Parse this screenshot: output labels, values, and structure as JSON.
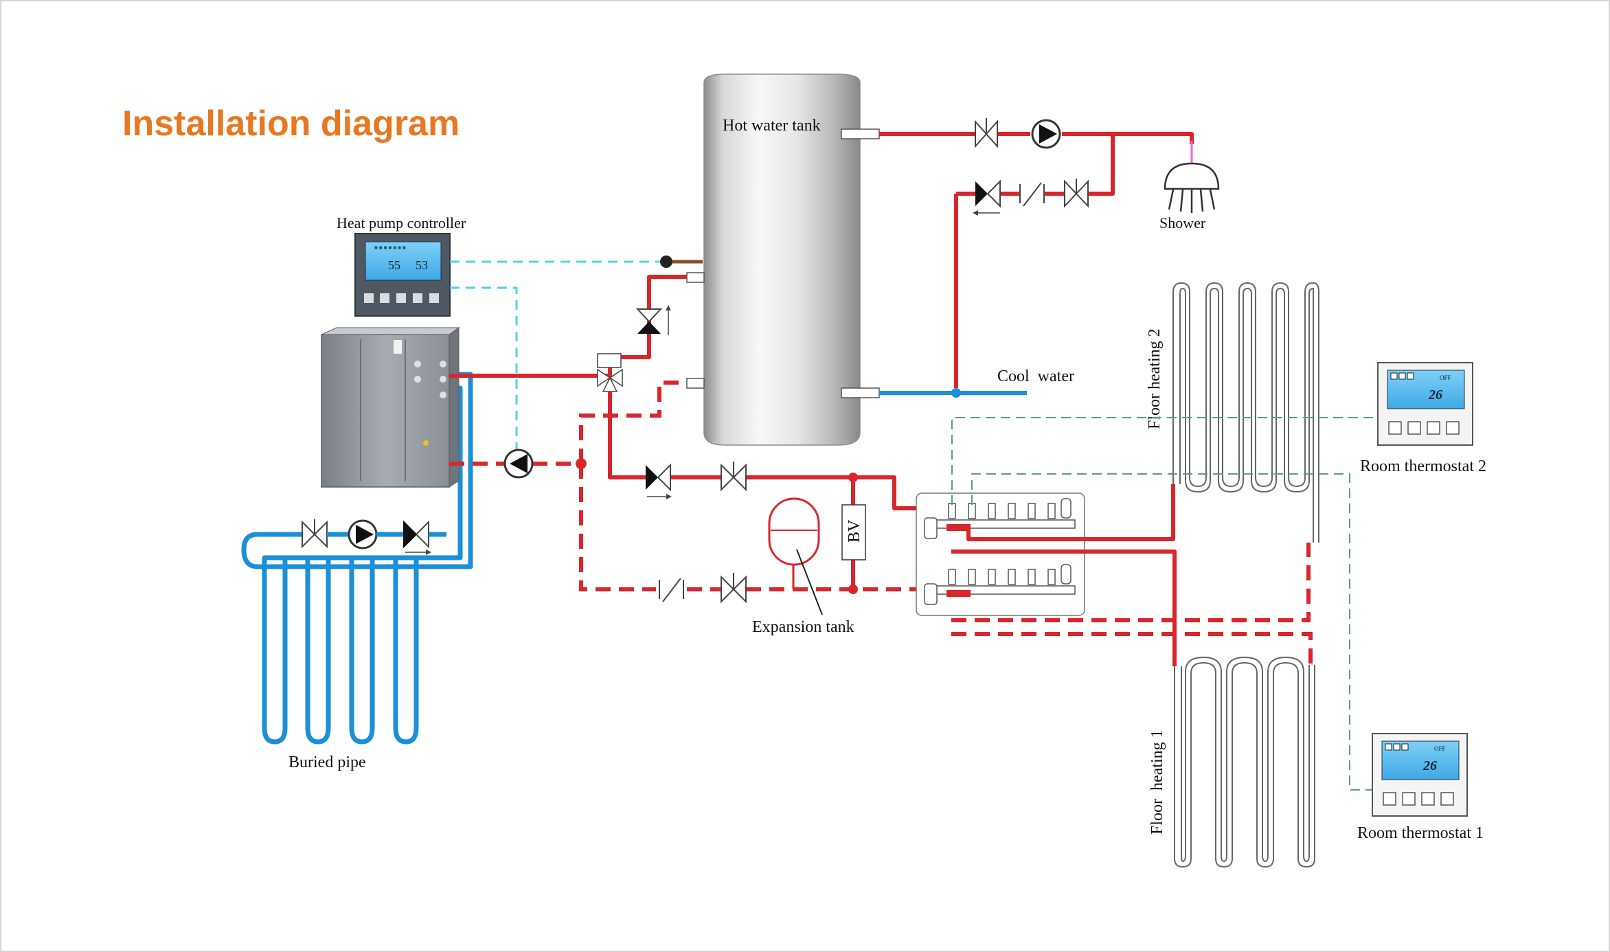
{
  "title": "Installation diagram",
  "labels": {
    "heat_pump_controller": "Heat pump controller",
    "hot_water_tank": "Hot water tank",
    "shower": "Shower",
    "cool_water": "Cool  water",
    "floor_heating_2": "Floor heating 2",
    "floor_heating_1": "Floor  heating 1",
    "room_thermostat_2": "Room thermostat 2",
    "room_thermostat_1": "Room thermostat 1",
    "expansion_tank": "Expansion tank",
    "buried_pipe": "Buried pipe",
    "bv": "BV"
  },
  "controller_display": {
    "left_value": "55",
    "right_value": "53"
  },
  "thermostat_display": {
    "status": "OFF",
    "temperature": "26"
  },
  "colors": {
    "hot_pipe": "#d9262c",
    "cold_pipe": "#1b8fd8",
    "signal_cyan": "#4fd4e6",
    "signal_teal": "#5a9a96",
    "title": "#e87722"
  }
}
